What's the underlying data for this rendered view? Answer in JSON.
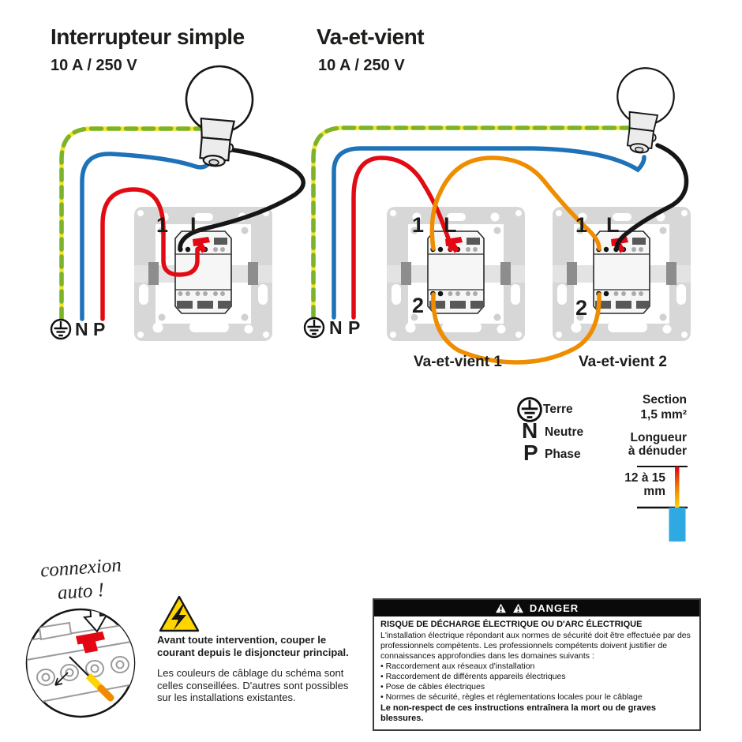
{
  "titles": {
    "simple": "Interrupteur simple",
    "simple_rating": "10 A / 250 V",
    "vav": "Va-et-vient",
    "vav_rating": "10 A / 250 V"
  },
  "switch_labels": {
    "one": "1",
    "l": "L",
    "two": "2"
  },
  "terminals": {
    "n": "N",
    "p": "P"
  },
  "captions": {
    "vav1": "Va-et-vient 1",
    "vav2": "Va-et-vient 2"
  },
  "legend": {
    "terre": "Terre",
    "n": "N",
    "neutre": "Neutre",
    "p": "P",
    "phase": "Phase",
    "section_line1": "Section",
    "section_line2": "1,5 mm²",
    "denuder_line1": "Longueur",
    "denuder_line2": "à dénuder",
    "strip_line1": "12 à 15",
    "strip_line2": "mm"
  },
  "handnote": {
    "line1": "connexion",
    "line2": "auto !"
  },
  "notice": {
    "bold": "Avant toute intervention, couper le courant depuis le disjoncteur principal.",
    "normal": "Les couleurs de câblage du schéma sont celles conseillées. D'autres sont possibles sur les installations existantes."
  },
  "danger": {
    "header": "DANGER",
    "title": "RISQUE DE DÉCHARGE ÉLECTRIQUE OU D'ARC ÉLECTRIQUE",
    "intro": "L'installation électrique répondant aux normes de sécurité doit être effectuée par des professionnels compétents. Les professionnels compétents doivent justifier de connaissances approfondies dans les domaines suivants :",
    "bullets": [
      "Raccordement aux réseaux d'installation",
      "Raccordement de différents appareils électriques",
      "Pose de câbles électriques",
      "Normes de sécurité, règles et réglementations locales pour le câblage"
    ],
    "footer": "Le non-respect de ces instructions entraînera la mort ou de graves blessures."
  },
  "colors": {
    "wire_earth_green": "#7cb32b",
    "wire_earth_yellow": "#f5e625",
    "wire_neutral_blue": "#1e72b8",
    "wire_phase_red": "#e30b13",
    "wire_shuttle_orange": "#ef8d00",
    "wire_lamp_black": "#161616",
    "insulation_blue": "#2fa9e1",
    "warning_yellow": "#ffd500",
    "clamp_red": "#e30613",
    "plate_gray": "#d7d7d7"
  }
}
